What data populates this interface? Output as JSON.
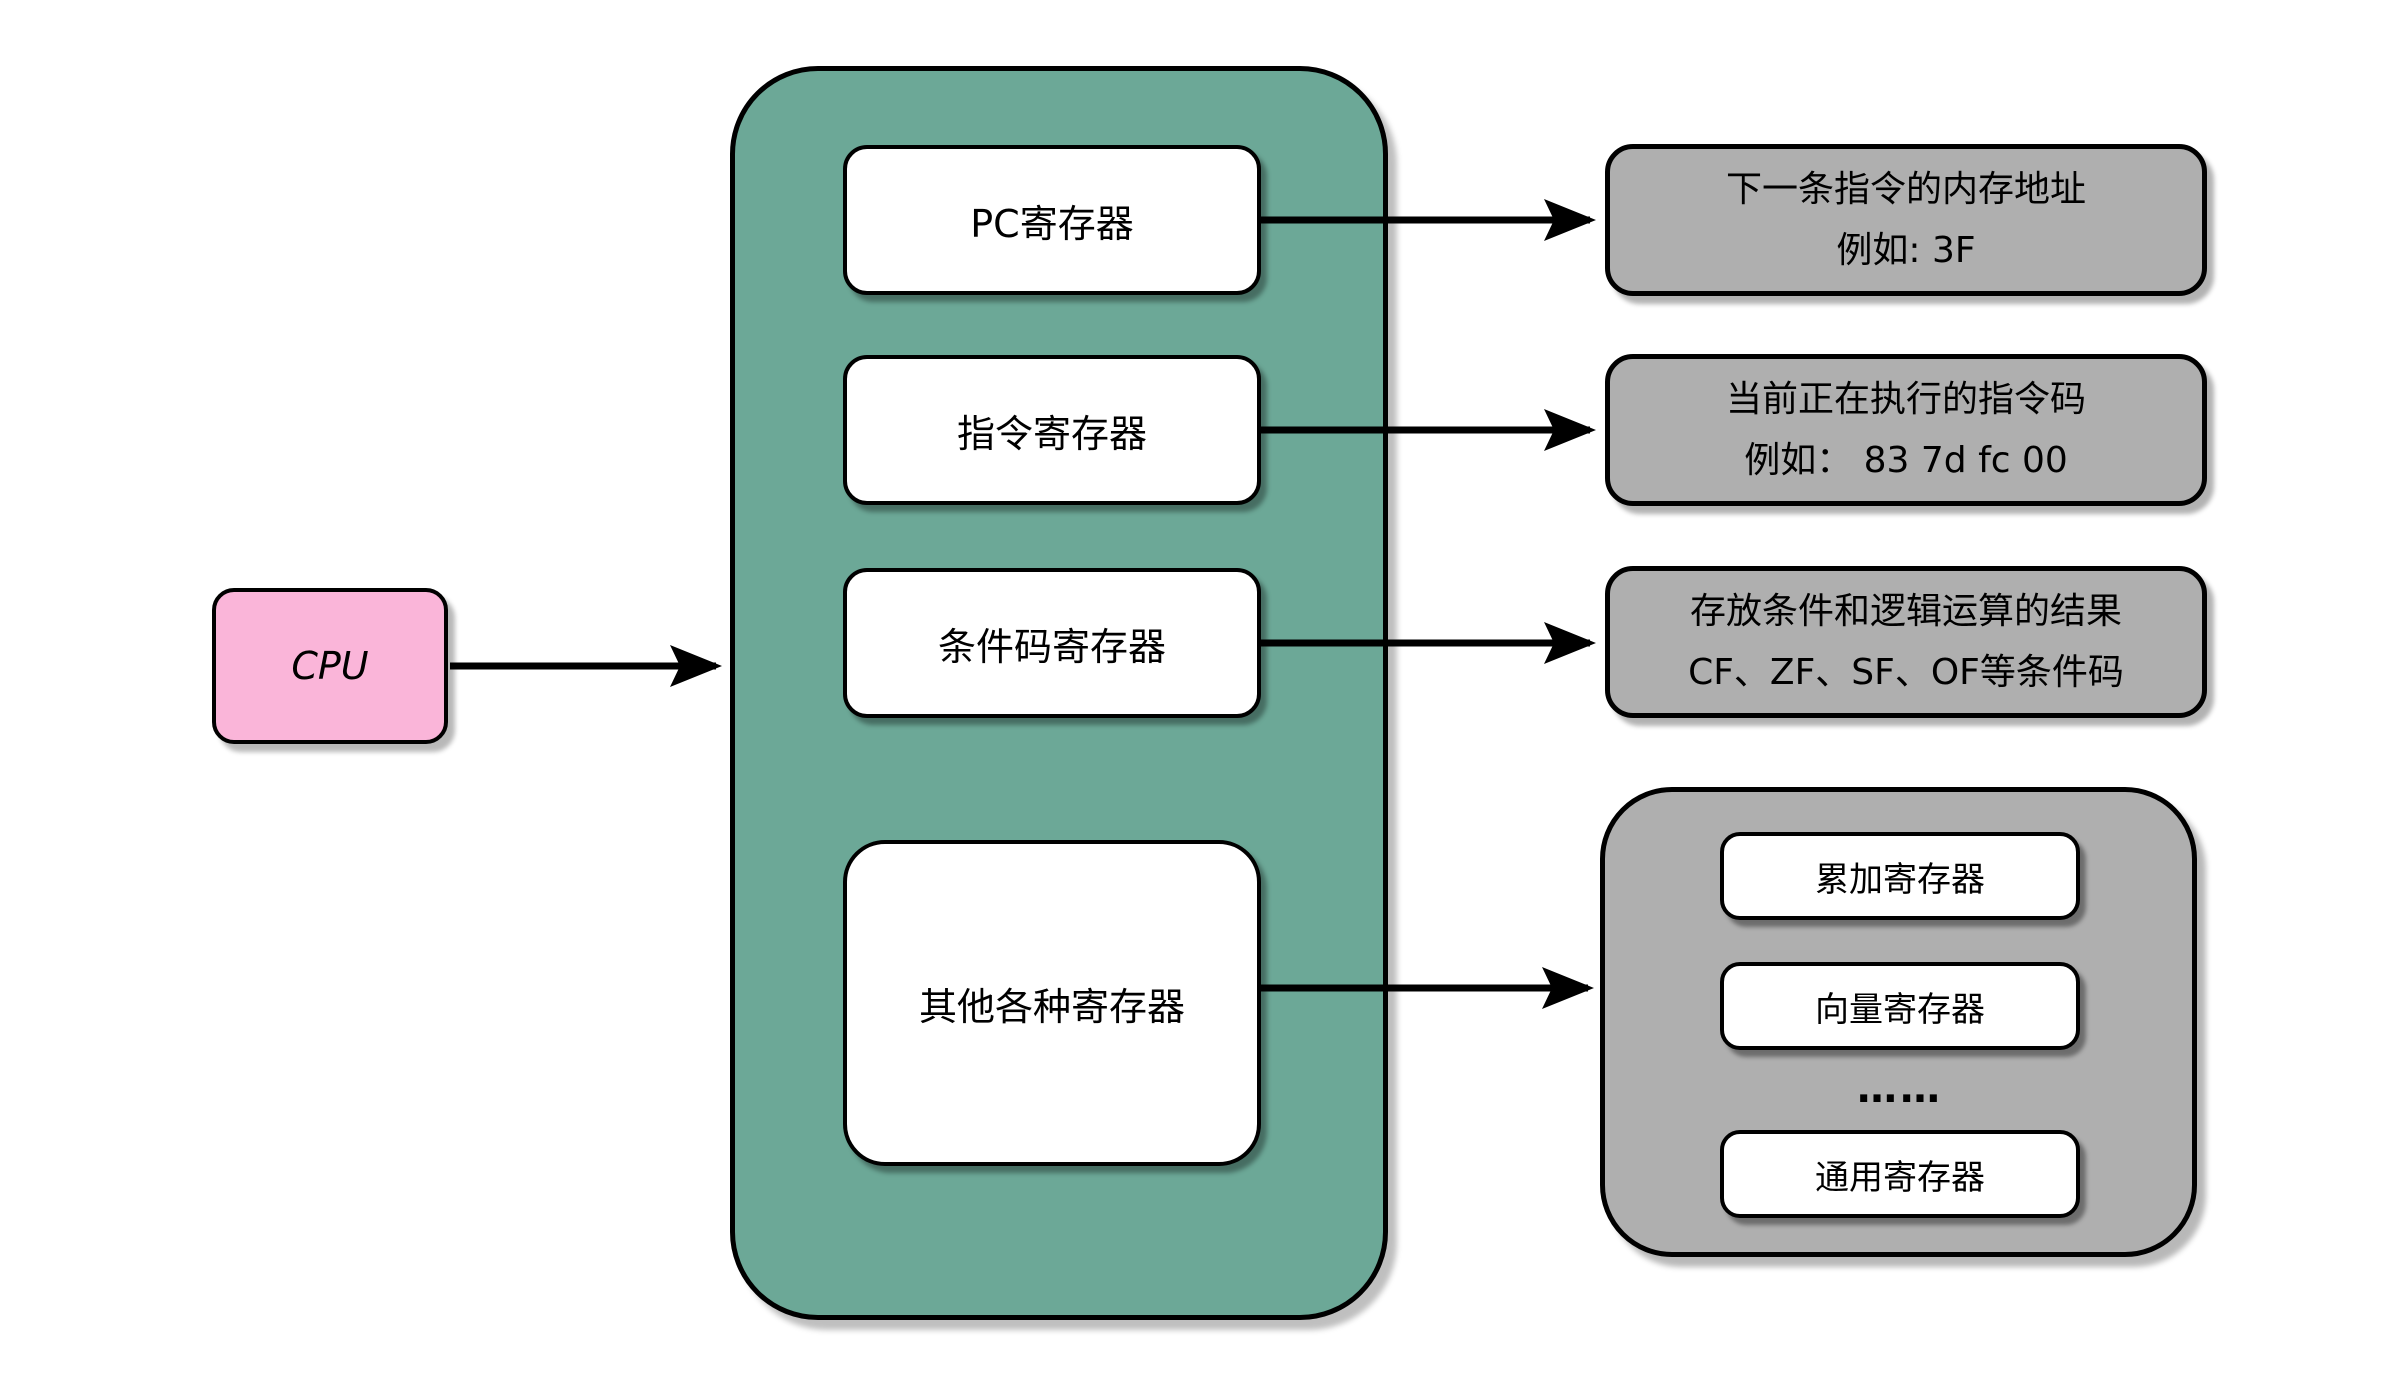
{
  "diagram": {
    "title_implied": "CPU registers overview",
    "cpu": {
      "label": "CPU"
    },
    "registers_panel": {
      "registers": [
        {
          "label": "PC寄存器"
        },
        {
          "label": "指令寄存器"
        },
        {
          "label": "条件码寄存器"
        },
        {
          "label": "其他各种寄存器"
        }
      ]
    },
    "descriptions": [
      {
        "line1": "下一条指令的内存地址",
        "line2": "例如: 3F"
      },
      {
        "line1": "当前正在执行的指令码",
        "line2": "例如： 83 7d fc 00"
      },
      {
        "line1": "存放条件和逻辑运算的结果",
        "line2": "CF、ZF、SF、OF等条件码"
      }
    ],
    "other_registers_panel": {
      "items": [
        {
          "label": "累加寄存器"
        },
        {
          "label": "向量寄存器"
        }
      ],
      "ellipsis": "……",
      "last_item": {
        "label": "通用寄存器"
      }
    },
    "colors": {
      "cpu_fill": "#FAB5D9",
      "registers_panel_fill": "#6CA897",
      "description_fill": "#AFAFAF",
      "box_fill": "#FFFFFF",
      "stroke": "#000000",
      "background": "#FFFFFF"
    }
  }
}
